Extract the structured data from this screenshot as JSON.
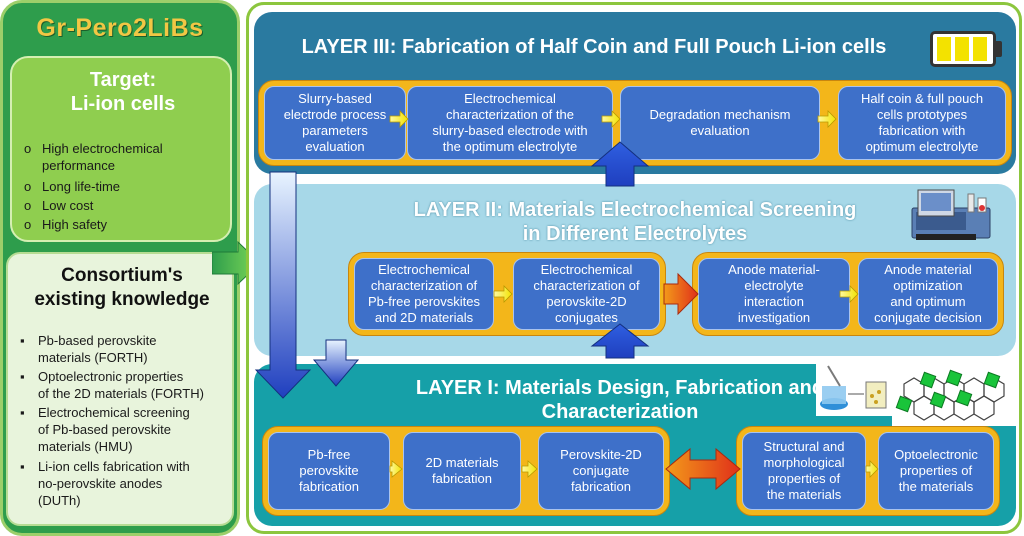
{
  "project": {
    "name": "Gr-Pero2LiBs"
  },
  "target": {
    "title_line1": "Target:",
    "title_line2": "Li-ion cells",
    "bullet_marker": "o",
    "items": [
      "High electrochemical",
      "performance",
      "Long life-time",
      "Low cost",
      "High safety"
    ]
  },
  "knowledge": {
    "title_line1": "Consortium's",
    "title_line2": "existing knowledge",
    "bullet_marker": "▪",
    "items": [
      [
        "Pb-based perovskite",
        "materials (FORTH)"
      ],
      [
        "Optoelectronic properties",
        "of the 2D materials (FORTH)"
      ],
      [
        "Electrochemical screening",
        "of Pb-based perovskite",
        "materials (HMU)"
      ],
      [
        "Li-ion cells fabrication with",
        "no-perovskite anodes",
        "(DUTh)"
      ]
    ]
  },
  "layer3": {
    "title": "LAYER III: Fabrication of Half Coin and Full Pouch Li-ion cells",
    "boxes": [
      [
        "Slurry-based",
        "electrode process",
        "parameters",
        "evaluation"
      ],
      [
        "Electrochemical",
        "characterization of the",
        "slurry-based electrode with",
        "the optimum electrolyte"
      ],
      [
        "Degradation mechanism",
        "evaluation"
      ],
      [
        "Half coin & full pouch",
        "cells prototypes",
        "fabrication with",
        "optimum electrolyte"
      ]
    ]
  },
  "layer2": {
    "title_line1": "LAYER II: Materials Electrochemical Screening",
    "title_line2": "in Different Electrolytes",
    "boxes": [
      [
        "Electrochemical",
        "characterization of",
        "Pb-free perovskites",
        "and 2D materials"
      ],
      [
        "Electrochemical",
        "characterization of",
        "perovskite-2D",
        "conjugates"
      ],
      [
        "Anode material-",
        "electrolyte",
        "interaction",
        "investigation"
      ],
      [
        "Anode material",
        "optimization",
        "and optimum",
        "conjugate decision"
      ]
    ]
  },
  "layer1": {
    "title_line1": "LAYER I: Materials Design, Fabrication and",
    "title_line2": "Characterization",
    "boxes": [
      [
        "Pb-free",
        "perovskite",
        "fabrication"
      ],
      [
        "2D materials",
        "fabrication"
      ],
      [
        "Perovskite-2D",
        "conjugate",
        "fabrication"
      ],
      [
        "Structural and",
        "morphological",
        "properties of",
        "the materials"
      ],
      [
        "Optoelectronic",
        "properties of",
        "the materials"
      ]
    ]
  },
  "colors": {
    "left_panel": "#2e9d4c",
    "layer3_bg": "#2a7aa0",
    "layer2_bg": "#a7d8e8",
    "layer1_bg": "#16a0a8",
    "process_box": "#3e70c9",
    "strip": "#f3b61a",
    "arrow_red": "#e5461d",
    "arrow_blue": "#1f4fbf"
  },
  "icons": [
    "battery-icon",
    "potentiostat-icon",
    "lab-synthesis-icon",
    "graphene-perovskite-icon"
  ]
}
